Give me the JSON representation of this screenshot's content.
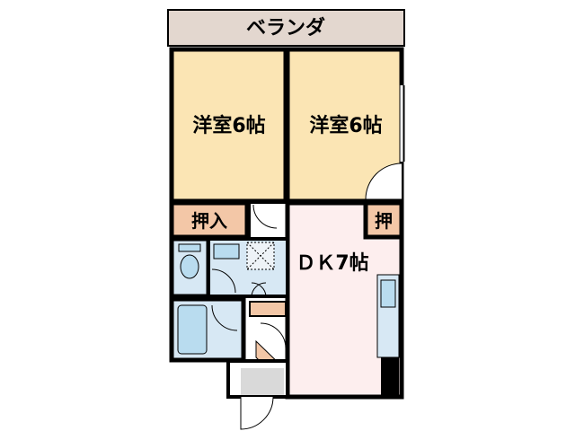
{
  "floorplan": {
    "veranda_label": "ベランダ",
    "room1_label": "洋室6帖",
    "room2_label": "洋室6帖",
    "closet1_label": "押入",
    "closet2_label": "押",
    "dk_label": "ＤＫ7帖"
  },
  "colors": {
    "veranda": "#e3d7cf",
    "tatami_room": "#fbe5b4",
    "closet": "#f3c7a7",
    "dk": "#fdeeee",
    "wet_area": "#d7e8f4",
    "fixture_blue": "#b9dcef",
    "entry": "#d9d9d9",
    "storage": "#f3c7a7",
    "wall": "#000000"
  }
}
